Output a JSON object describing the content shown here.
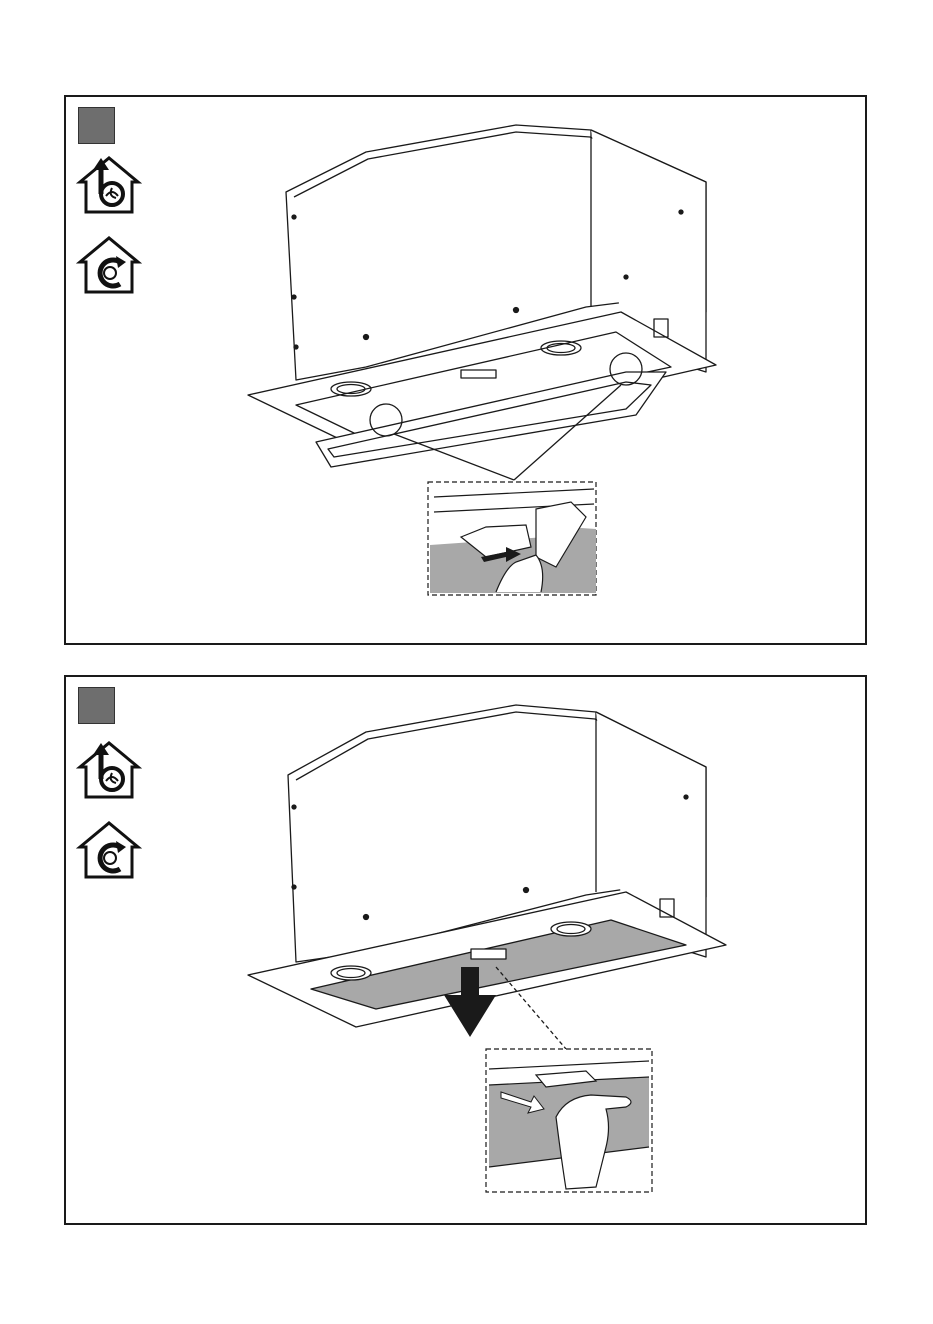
{
  "page": {
    "background": "#ffffff"
  },
  "panels": [
    {
      "step_marker": {
        "color": "#6e6e6e"
      },
      "icons": [
        "ducted-extraction-icon",
        "recirculation-icon"
      ],
      "illustration": "lighting-panel-release-latch",
      "detail_inset": "hand-releasing-latch"
    },
    {
      "step_marker": {
        "color": "#6e6e6e"
      },
      "icons": [
        "ducted-extraction-icon",
        "recirculation-icon"
      ],
      "illustration": "grease-filter-removal",
      "detail_inset": "hand-pulling-filter-handle",
      "arrow": "down-arrow"
    }
  ],
  "colors": {
    "line": "#1a1a1a",
    "filter_gray": "#a8a8a8",
    "step_box": "#6e6e6e"
  }
}
